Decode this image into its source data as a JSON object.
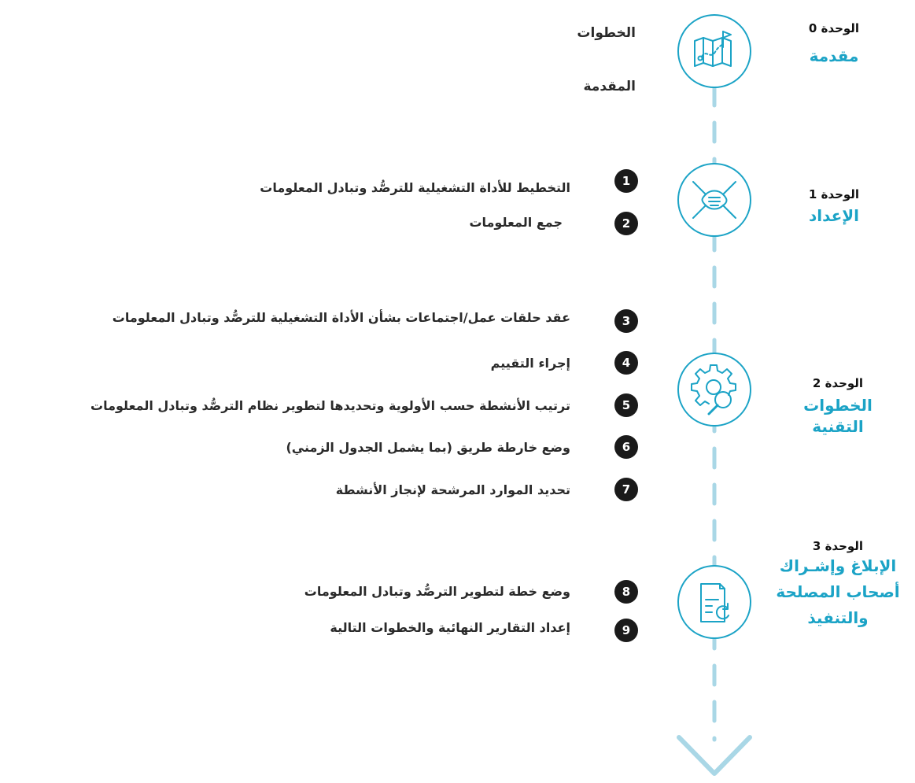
{
  "colors": {
    "accent": "#1ba3c6",
    "timeline": "#a9d7e6",
    "badge": "#1a1a1a",
    "text": "#2a2a2a"
  },
  "header": {
    "steps_label": "الخطوات",
    "intro_label": "المقدمة"
  },
  "modules": [
    {
      "number_label": "الوحدة 0",
      "name": "مقدمة",
      "icon": "map-flag-icon"
    },
    {
      "number_label": "الوحدة 1",
      "name": "الإعداد",
      "icon": "joined-hands-icon"
    },
    {
      "number_label": "الوحدة 2",
      "name": "الخطوات التقنية",
      "icon": "gear-search-icon"
    },
    {
      "number_label": "الوحدة 3",
      "name_lines": [
        "الإبلاغ وإشـراك",
        "أصحاب المصلحة",
        "والتنفيذ"
      ],
      "icon": "document-refresh-icon"
    }
  ],
  "steps": [
    {
      "num": "1",
      "text": "التخطيط للأداة التشغيلية للترصُّد وتبادل المعلومات"
    },
    {
      "num": "2",
      "text": "جمع المعلومات"
    },
    {
      "num": "3",
      "text": "عقد حلقات عمل/اجتماعات بشأن الأداة التشغيلية للترصُّد وتبادل المعلومات"
    },
    {
      "num": "4",
      "text": "إجراء التقييم"
    },
    {
      "num": "5",
      "text": "ترتيب الأنشطة حسب الأولوية وتحديدها لتطوير نظام الترصُّد وتبادل المعلومات"
    },
    {
      "num": "6",
      "text": "وضع خارطة طريق (بما يشمل الجدول الزمني)"
    },
    {
      "num": "7",
      "text": "تحديد الموارد المرشحة لإنجاز الأنشطة"
    },
    {
      "num": "8",
      "text": "وضع خطة لتطوير الترصُّد وتبادل المعلومات"
    },
    {
      "num": "9",
      "text": "إعداد التقارير النهائية والخطوات التالية"
    }
  ]
}
